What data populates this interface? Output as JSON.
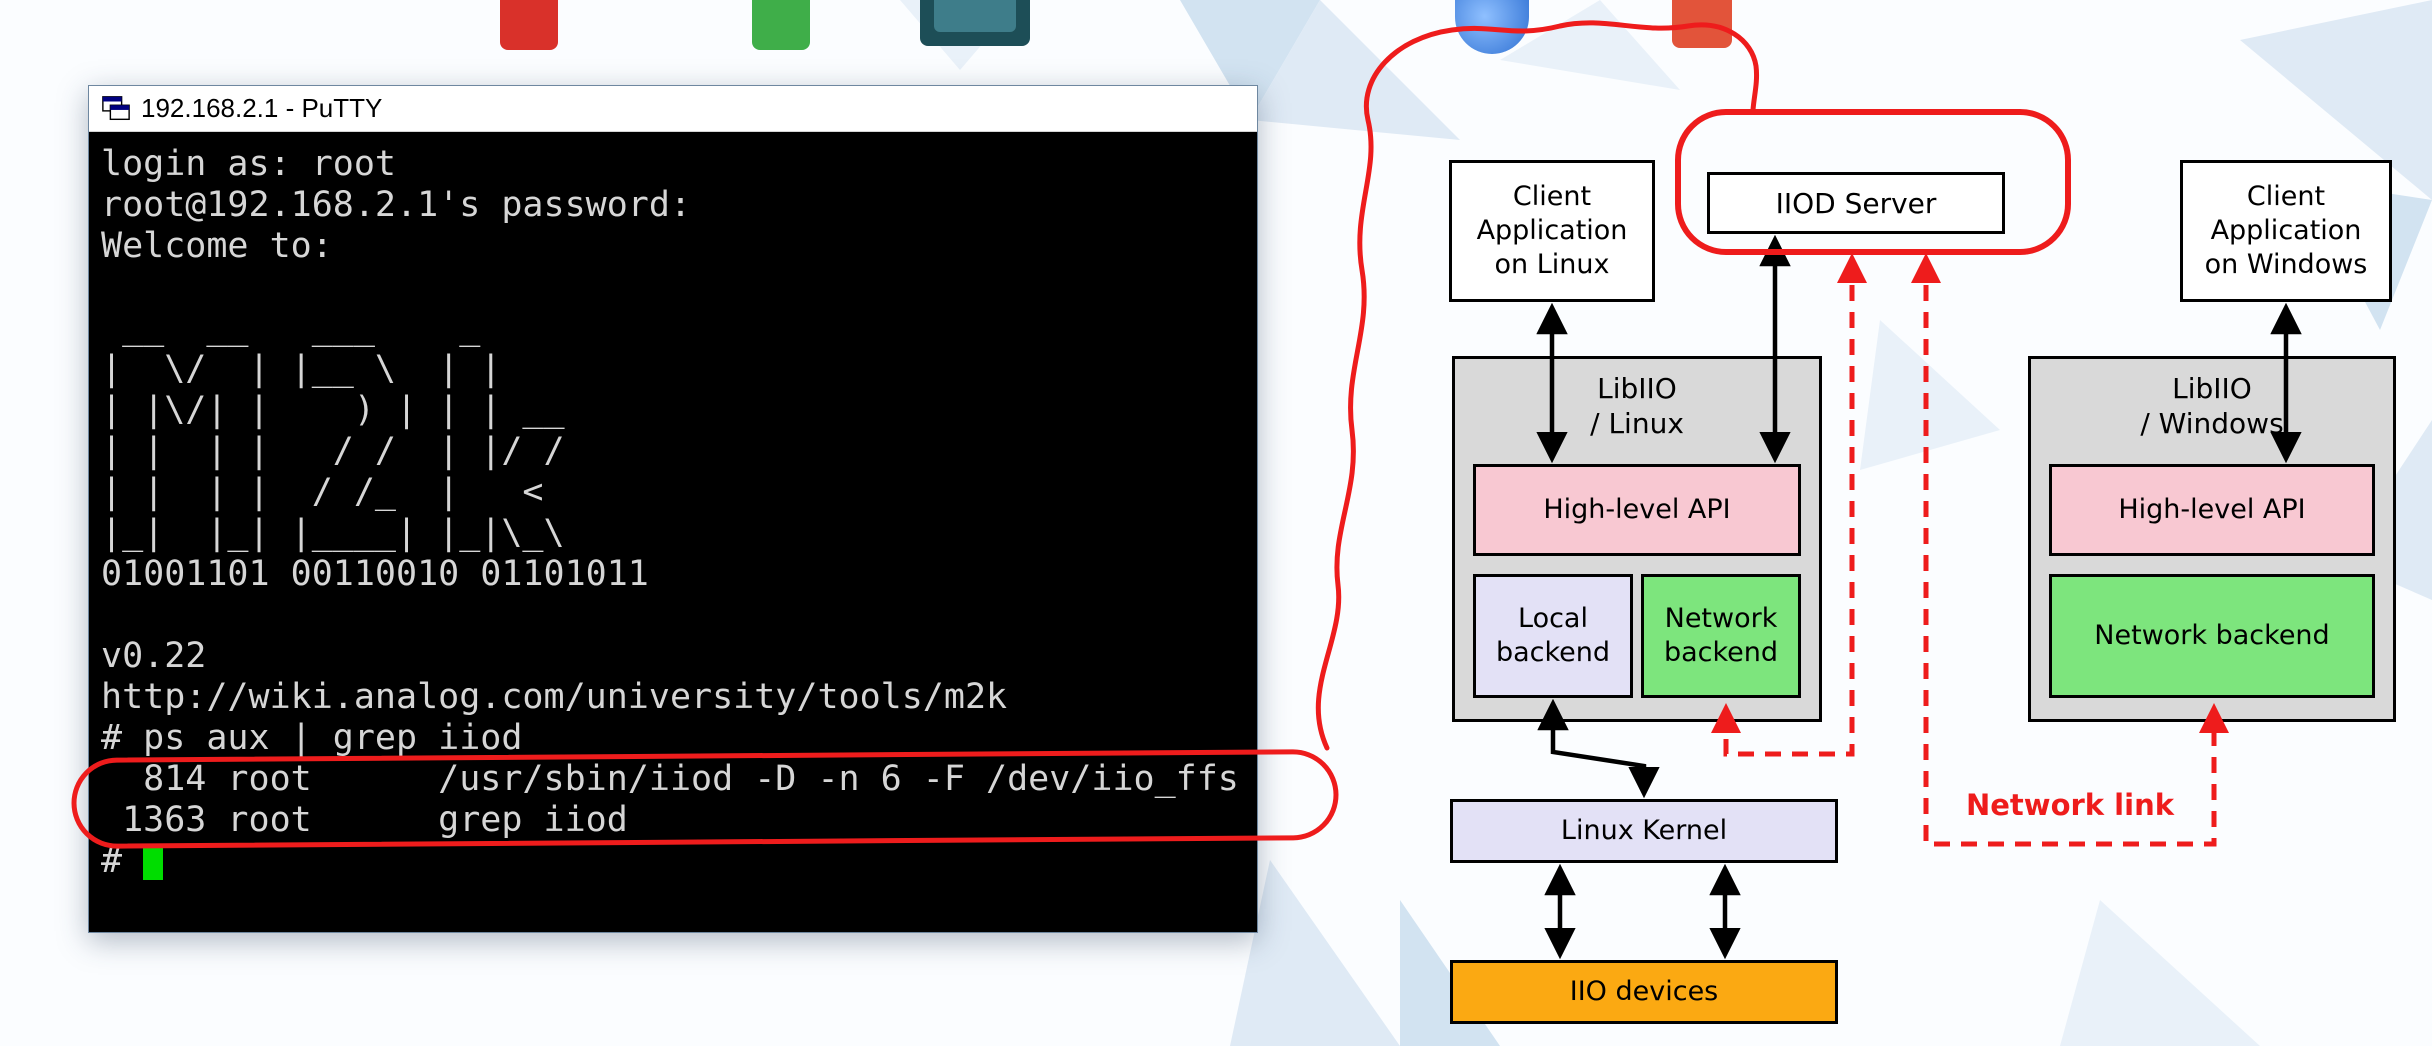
{
  "desktop": {
    "icons": [
      {
        "name": "app-icon-red"
      },
      {
        "name": "app-icon-green"
      },
      {
        "name": "app-icon-teal"
      },
      {
        "name": "app-icon-blue-globe"
      },
      {
        "name": "app-icon-orange"
      }
    ]
  },
  "window": {
    "title": "192.168.2.1 - PuTTY"
  },
  "terminal": {
    "lines": [
      "login as: root",
      "root@192.168.2.1's password:",
      "Welcome to:",
      "",
      " __  __   ___    _",
      "|  \\/  | |__ \\  | |",
      "| |\\/| |    ) | | | __",
      "| |  | |   / /  | |/ /",
      "| |  | |  / /_  |   <",
      "|_|  |_| |____| |_|\\_\\",
      "01001101 00110010 01101011",
      "",
      "v0.22",
      "http://wiki.analog.com/university/tools/m2k",
      "# ps aux | grep iiod",
      "  814 root      /usr/sbin/iiod -D -n 6 -F /dev/iio_ffs",
      " 1363 root      grep iiod"
    ],
    "prompt": "# "
  },
  "diagram": {
    "client_linux": "Client\nApplication\non Linux",
    "iiod_server": "IIOD Server",
    "client_windows": "Client\nApplication\non Windows",
    "libiio_linux": "LibIIO\n/ Linux",
    "libiio_windows": "LibIIO\n/ Windows",
    "high_level_api": "High-level API",
    "local_backend": "Local\nbackend",
    "network_backend_stacked": "Network\nbackend",
    "network_backend": "Network backend",
    "linux_kernel": "Linux Kernel",
    "iio_devices": "IIO devices",
    "network_link": "Network link"
  },
  "colors": {
    "annotation_red": "#ee1c1c",
    "network_link_red": "#ee1c1c",
    "box_pink": "#f8c8d2",
    "box_green": "#7de57d",
    "box_lavender": "#e3e1f6",
    "box_gray": "#d9d9d9",
    "box_orange": "#fba912",
    "cursor_green": "#00dd00",
    "terminal_bg": "#000000",
    "terminal_text": "#d6d6d6"
  }
}
